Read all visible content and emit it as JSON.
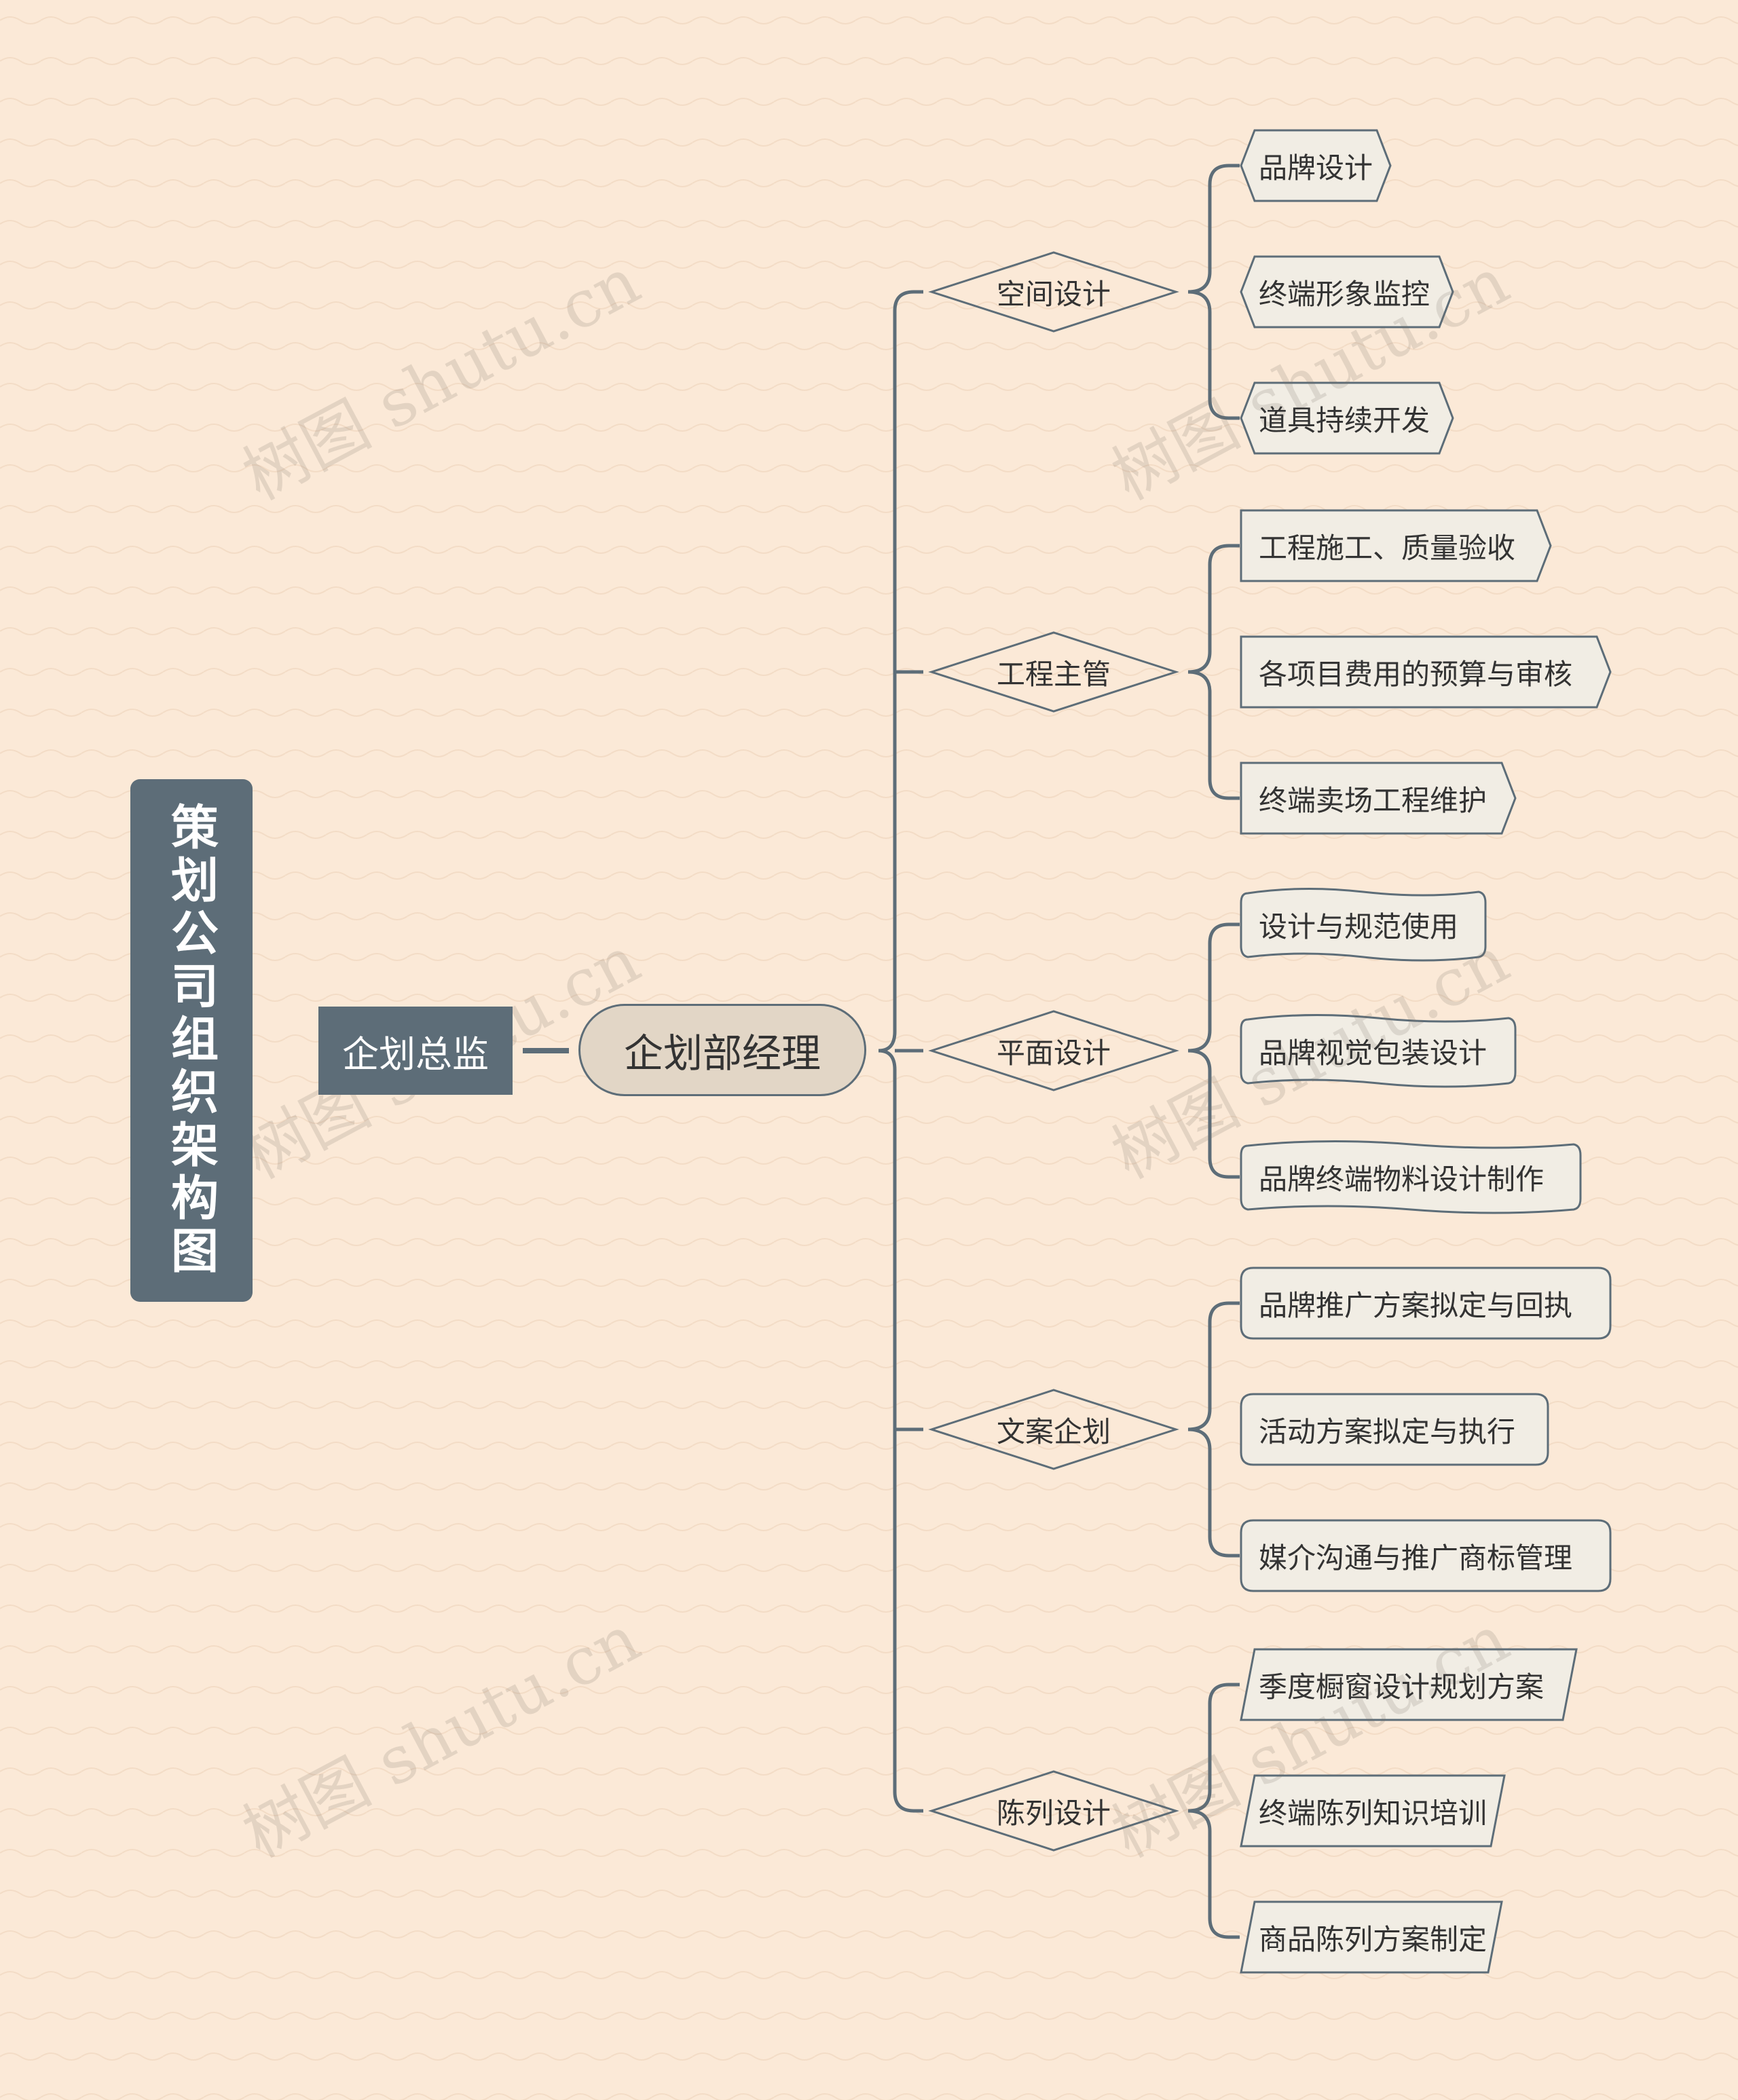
{
  "title": "策划公司组织架构图",
  "director": "企划总监",
  "manager": "企划部经理",
  "watermark": "树图 shutu.cn",
  "colors": {
    "node_dark": "#5d6d78",
    "background": "#fbe9d7",
    "leaf_fill": "#f1ede4",
    "manager_fill": "#e2d6c6",
    "line": "#5d6d78"
  },
  "branches": [
    {
      "label": "空间设计",
      "leaf_shape": "hexagon",
      "leaves": [
        "品牌设计",
        "终端形象监控",
        "道具持续开发"
      ]
    },
    {
      "label": "工程主管",
      "leaf_shape": "arrow",
      "leaves": [
        "工程施工、质量验收",
        "各项目费用的预算与审核",
        "终端卖场工程维护"
      ]
    },
    {
      "label": "平面设计",
      "leaf_shape": "wave",
      "leaves": [
        "设计与规范使用",
        "品牌视觉包装设计",
        "品牌终端物料设计制作"
      ]
    },
    {
      "label": "文案企划",
      "leaf_shape": "rounded",
      "leaves": [
        "品牌推广方案拟定与回执",
        "活动方案拟定与执行",
        "媒介沟通与推广商标管理"
      ]
    },
    {
      "label": "陈列设计",
      "leaf_shape": "parallelogram",
      "leaves": [
        "季度橱窗设计规划方案",
        "终端陈列知识培训",
        "商品陈列方案制定"
      ]
    }
  ]
}
